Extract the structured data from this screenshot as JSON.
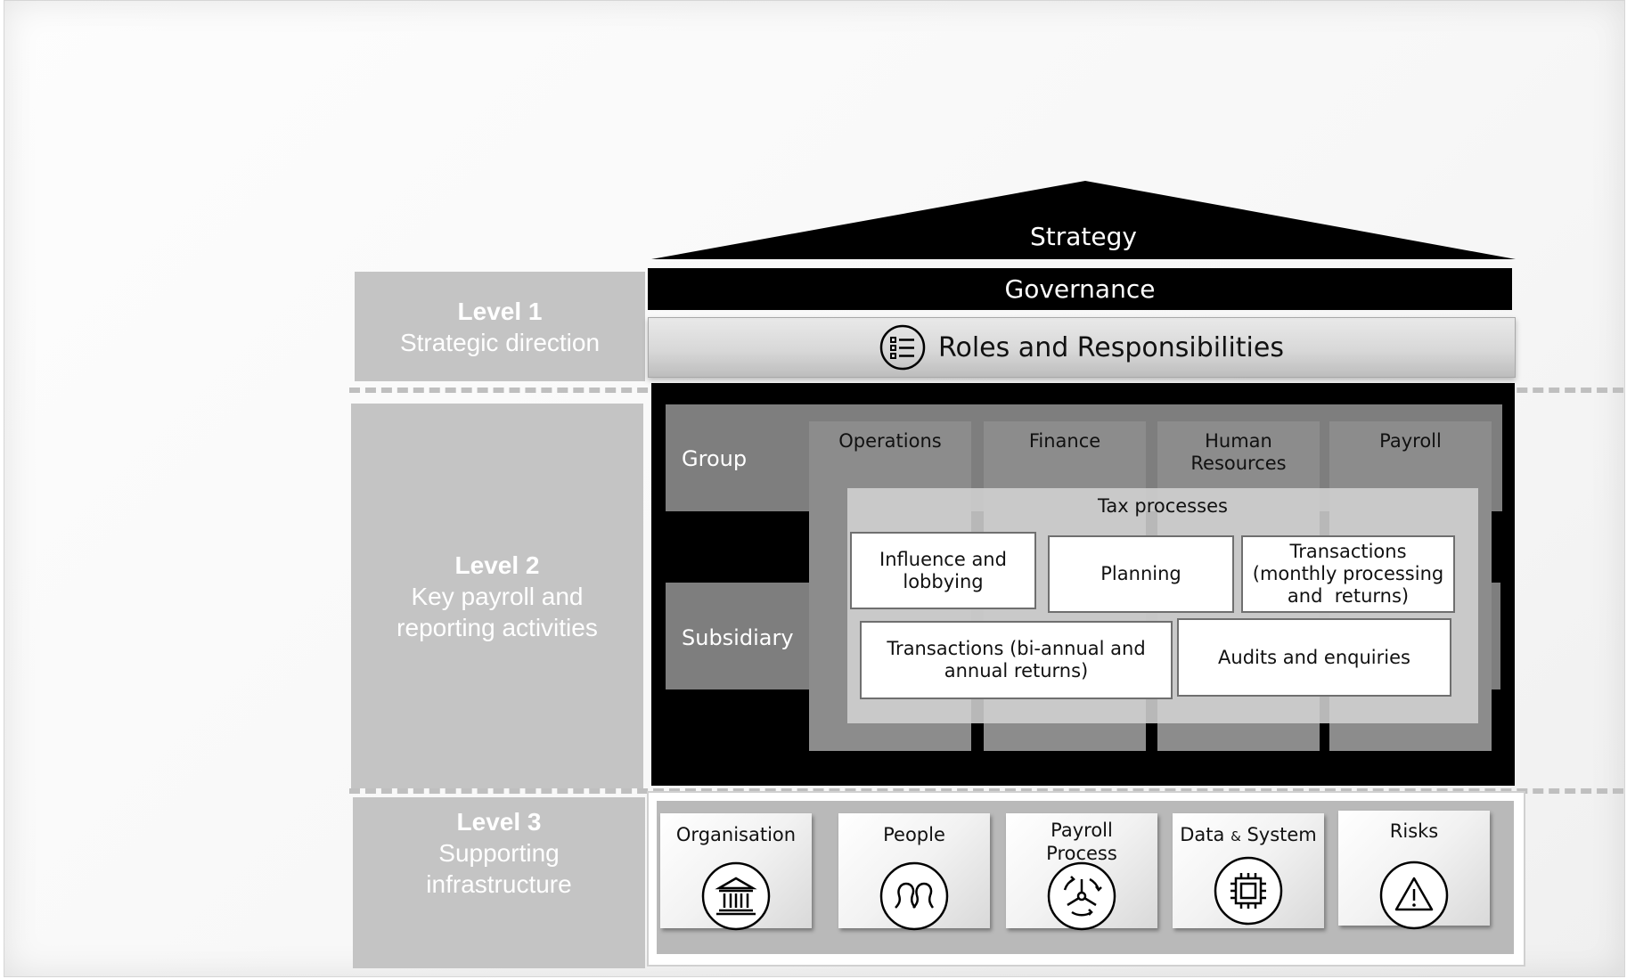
{
  "level1": {
    "title": "Level 1",
    "subtitle": "Strategic direction"
  },
  "level2": {
    "title": "Level 2",
    "subtitle_line1": "Key payroll and",
    "subtitle_line2": "reporting activities"
  },
  "level3": {
    "title": "Level 3",
    "subtitle_line1": "Supporting",
    "subtitle_line2": "infrastructure"
  },
  "strategy": "Strategy",
  "governance": "Governance",
  "roles": {
    "label": "Roles and Responsibilities",
    "icon": "list-icon"
  },
  "rows": {
    "group": "Group",
    "subsidiary": "Subsidiary"
  },
  "columns": {
    "operations": "Operations",
    "finance": "Finance",
    "hr_line1": "Human",
    "hr_line2": "Resources",
    "payroll": "Payroll"
  },
  "tax": {
    "title": "Tax processes",
    "influence_line1": "Influence and",
    "influence_line2": "lobbying",
    "planning": "Planning",
    "transactions_monthly_line1": "Transactions",
    "transactions_monthly_line2": "(monthly processing",
    "transactions_monthly_line3": "and  returns)",
    "transactions_annual_line1": "Transactions (bi-annual and",
    "transactions_annual_line2": "annual returns)",
    "audits": "Audits and enquiries"
  },
  "infrastructure": {
    "organisation": {
      "label": "Organisation",
      "icon": "institution-icon"
    },
    "people": {
      "label": "People",
      "icon": "people-icon"
    },
    "payroll_process": {
      "label_line1": "Payroll",
      "label_line2": "Process",
      "icon": "cycle-icon"
    },
    "data_system": {
      "label_a": "Data ",
      "label_amp": "&",
      "label_b": " System",
      "icon": "chip-icon"
    },
    "risks": {
      "label": "Risks",
      "icon": "warning-icon"
    }
  },
  "colors": {
    "panel_grey": "#c4c4c4",
    "black": "#000000",
    "dark_grey": "#7e7e7e",
    "light_panel": "#d2d2d2",
    "dash": "#bfbfbf"
  }
}
